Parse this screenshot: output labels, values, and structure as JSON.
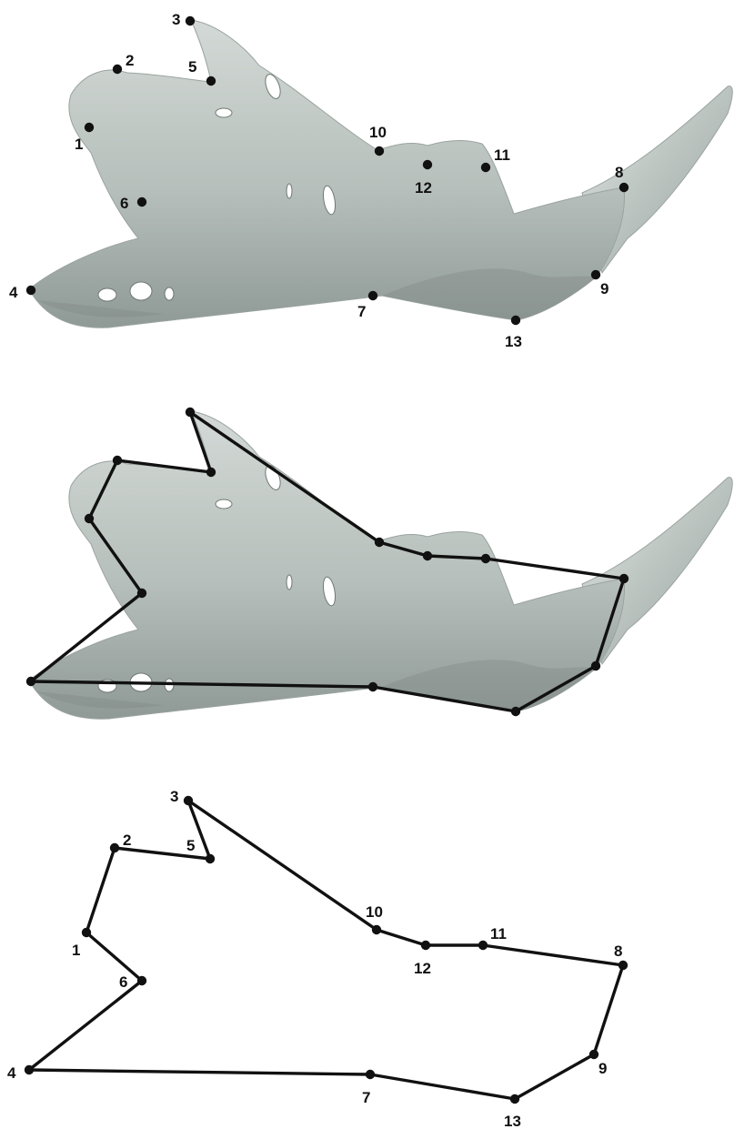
{
  "landmarks": [
    {
      "id": "1",
      "label": "1"
    },
    {
      "id": "2",
      "label": "2"
    },
    {
      "id": "3",
      "label": "3"
    },
    {
      "id": "4",
      "label": "4"
    },
    {
      "id": "5",
      "label": "5"
    },
    {
      "id": "6",
      "label": "6"
    },
    {
      "id": "7",
      "label": "7"
    },
    {
      "id": "8",
      "label": "8"
    },
    {
      "id": "9",
      "label": "9"
    },
    {
      "id": "10",
      "label": "10"
    },
    {
      "id": "11",
      "label": "11"
    },
    {
      "id": "12",
      "label": "12"
    },
    {
      "id": "13",
      "label": "13"
    }
  ],
  "outline_order": [
    "4",
    "6",
    "1",
    "2",
    "5",
    "3",
    "10",
    "12",
    "11",
    "8",
    "9",
    "13",
    "7",
    "4"
  ],
  "panels": [
    {
      "name": "mandible-with-numbered-landmarks",
      "show_bone": true,
      "show_outline": false,
      "show_labels": true
    },
    {
      "name": "mandible-with-landmark-outline",
      "show_bone": true,
      "show_outline": true,
      "show_labels": false
    },
    {
      "name": "landmark-outline-only",
      "show_bone": false,
      "show_outline": true,
      "show_labels": true
    }
  ],
  "colors": {
    "bone": "#b9c1bd",
    "bone_dark": "#8c9692",
    "ink": "#111111"
  }
}
